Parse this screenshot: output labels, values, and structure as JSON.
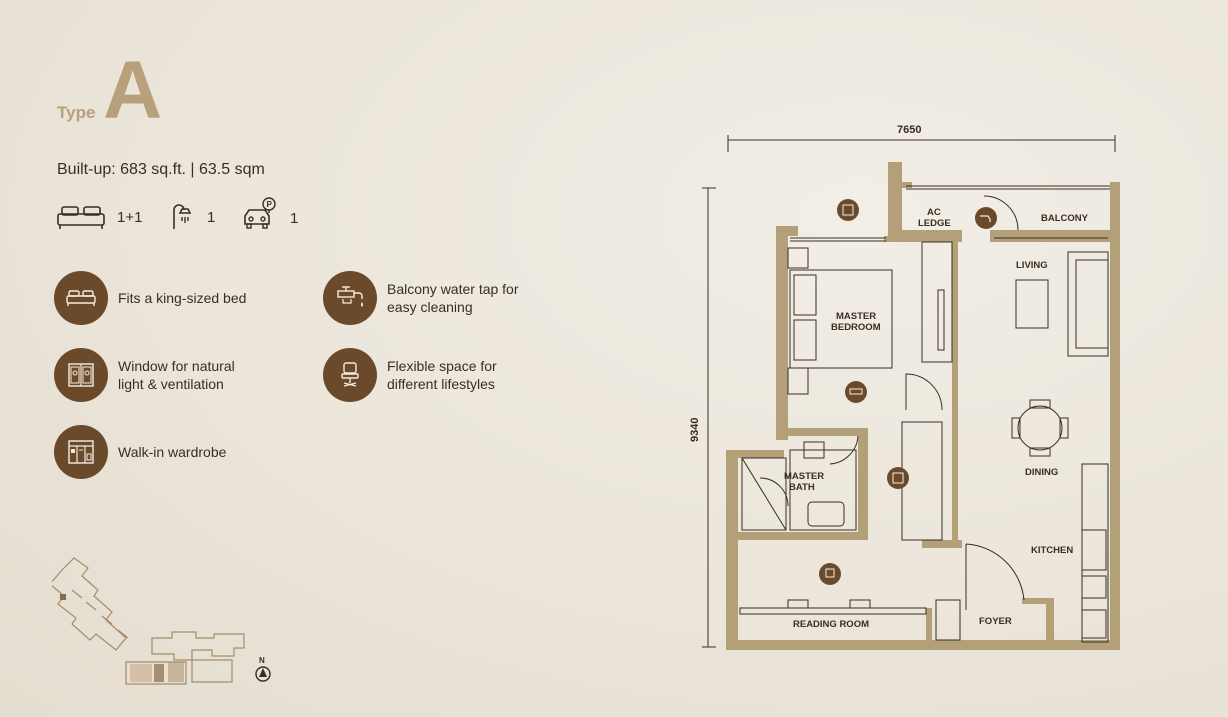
{
  "header": {
    "type_word": "Type",
    "type_letter": "A",
    "built_up": "Built-up: 683 sq.ft. | 63.5 sqm"
  },
  "specs": [
    {
      "icon": "bed-icon",
      "value": "1+1"
    },
    {
      "icon": "shower-icon",
      "value": "1"
    },
    {
      "icon": "car-parking-icon",
      "value": "1"
    }
  ],
  "features": [
    {
      "icon": "bed-icon",
      "label": "Fits a king-sized bed"
    },
    {
      "icon": "water-tap-icon",
      "label": "Balcony water tap for\neasy cleaning"
    },
    {
      "icon": "window-icon",
      "label": "Window for natural\nlight & ventilation"
    },
    {
      "icon": "chair-icon",
      "label": "Flexible space for\ndifferent lifestyles"
    },
    {
      "icon": "wardrobe-icon",
      "label": "Walk-in wardrobe"
    }
  ],
  "floorplan": {
    "width_dim": "7650",
    "height_dim": "9340",
    "rooms": {
      "ac_ledge_1": "AC",
      "ac_ledge_2": "LEDGE",
      "balcony": "BALCONY",
      "living": "LIVING",
      "master_bedroom_1": "MASTER",
      "master_bedroom_2": "BEDROOM",
      "master_bath_1": "MASTER",
      "master_bath_2": "BATH",
      "dining": "DINING",
      "kitchen": "KITCHEN",
      "reading_room": "READING ROOM",
      "foyer": "FOYER"
    }
  },
  "keyplan": {
    "north": "N"
  },
  "colors": {
    "accent": "#6b4a2b",
    "wall": "#b3a079",
    "title": "#b8a07c"
  }
}
